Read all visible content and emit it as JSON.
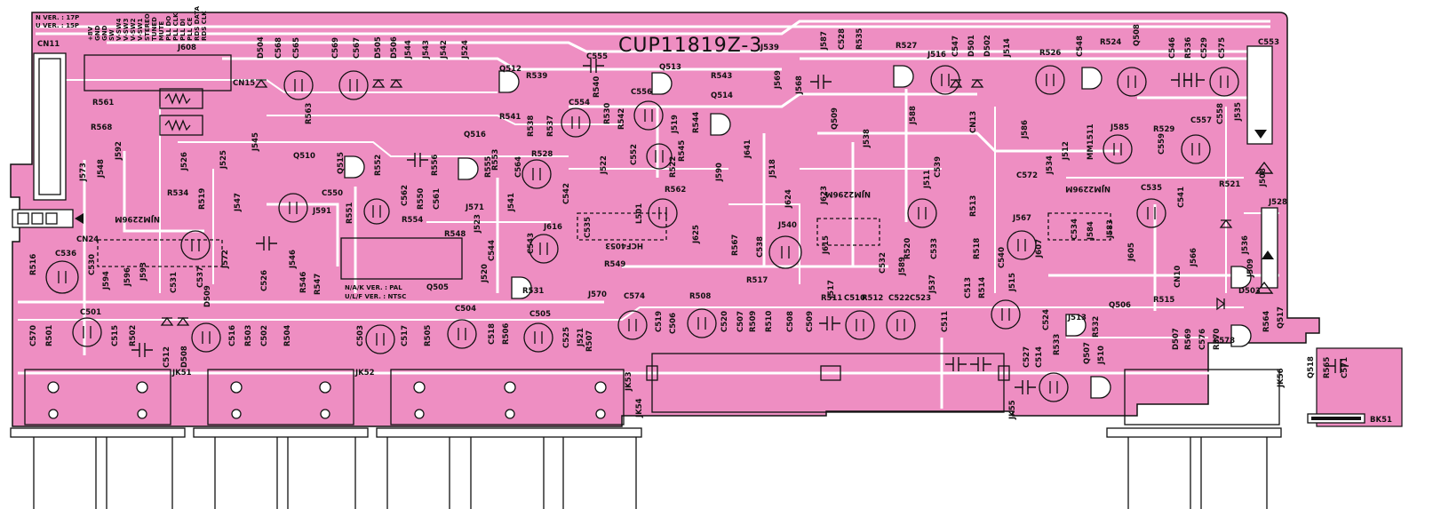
{
  "board": {
    "title": "CUP11819Z-3",
    "colors": {
      "copper": "#ee8ec2",
      "silk": "#111111",
      "background": "#ffffff"
    },
    "version_notes": {
      "line1": "N VER. : 17P",
      "line2": "U VER. : 15P",
      "line3": "N/A/K VER. : PAL",
      "line4": "U/L/F VER. : NTSC"
    },
    "connector_pins": [
      "+8V",
      "GND",
      "GND",
      "SW",
      "V-SW4",
      "V-SW3",
      "V-SW2",
      "V-SW1",
      "STEREO",
      "TUNED",
      "MUTE",
      "PLL DO",
      "PLL CLK",
      "PLL DI",
      "PLL CE",
      "RDS DATA",
      "RDS CLK"
    ],
    "ic_labels": {
      "u1": "NJM2296M",
      "u2": "NJM2296M",
      "u3": "NJM2296M",
      "u4": "HCF4053"
    },
    "component_labels": [
      {
        "id": "CN11"
      },
      {
        "id": "J608"
      },
      {
        "id": "CN15"
      },
      {
        "id": "R561"
      },
      {
        "id": "R568"
      },
      {
        "id": "J592"
      },
      {
        "id": "J573"
      },
      {
        "id": "J548"
      },
      {
        "id": "J526"
      },
      {
        "id": "J525"
      },
      {
        "id": "J545"
      },
      {
        "id": "R534"
      },
      {
        "id": "R519"
      },
      {
        "id": "J547"
      },
      {
        "id": "CN24"
      },
      {
        "id": "C536"
      },
      {
        "id": "R516"
      },
      {
        "id": "C530"
      },
      {
        "id": "J594"
      },
      {
        "id": "J596"
      },
      {
        "id": "J593"
      },
      {
        "id": "C531"
      },
      {
        "id": "C537"
      },
      {
        "id": "J572"
      },
      {
        "id": "C526"
      },
      {
        "id": "J546"
      },
      {
        "id": "R546"
      },
      {
        "id": "R547"
      },
      {
        "id": "D504"
      },
      {
        "id": "C568"
      },
      {
        "id": "C565"
      },
      {
        "id": "R563"
      },
      {
        "id": "C569"
      },
      {
        "id": "C567"
      },
      {
        "id": "D505"
      },
      {
        "id": "D506"
      },
      {
        "id": "J544"
      },
      {
        "id": "J543"
      },
      {
        "id": "J542"
      },
      {
        "id": "J524"
      },
      {
        "id": "Q512"
      },
      {
        "id": "R539"
      },
      {
        "id": "C555"
      },
      {
        "id": "Q513"
      },
      {
        "id": "R543"
      },
      {
        "id": "Q514"
      },
      {
        "id": "R541"
      },
      {
        "id": "C554"
      },
      {
        "id": "R540"
      },
      {
        "id": "C556"
      },
      {
        "id": "R542"
      },
      {
        "id": "J519"
      },
      {
        "id": "R544"
      },
      {
        "id": "J569"
      },
      {
        "id": "J568"
      },
      {
        "id": "J539"
      },
      {
        "id": "R538"
      },
      {
        "id": "R537"
      },
      {
        "id": "R530"
      },
      {
        "id": "Q516"
      },
      {
        "id": "C552"
      },
      {
        "id": "R545"
      },
      {
        "id": "J522"
      },
      {
        "id": "R522"
      },
      {
        "id": "J590"
      },
      {
        "id": "J641"
      },
      {
        "id": "J518"
      },
      {
        "id": "J624"
      },
      {
        "id": "J623"
      },
      {
        "id": "Q510"
      },
      {
        "id": "Q515"
      },
      {
        "id": "R552"
      },
      {
        "id": "R556"
      },
      {
        "id": "R555"
      },
      {
        "id": "R553"
      },
      {
        "id": "C564"
      },
      {
        "id": "R528"
      },
      {
        "id": "C542"
      },
      {
        "id": "R562"
      },
      {
        "id": "C550"
      },
      {
        "id": "J591"
      },
      {
        "id": "R551"
      },
      {
        "id": "C562"
      },
      {
        "id": "R550"
      },
      {
        "id": "C561"
      },
      {
        "id": "R554"
      },
      {
        "id": "J571"
      },
      {
        "id": "J541"
      },
      {
        "id": "J523"
      },
      {
        "id": "C544"
      },
      {
        "id": "C543"
      },
      {
        "id": "J616"
      },
      {
        "id": "C535"
      },
      {
        "id": "L501"
      },
      {
        "id": "R548"
      },
      {
        "id": "J520"
      },
      {
        "id": "R549"
      },
      {
        "id": "Q505"
      },
      {
        "id": "R531"
      },
      {
        "id": "J570"
      },
      {
        "id": "J625"
      },
      {
        "id": "R567"
      },
      {
        "id": "J540"
      },
      {
        "id": "C538"
      },
      {
        "id": "R517"
      },
      {
        "id": "J517"
      },
      {
        "id": "J615"
      },
      {
        "id": "C532"
      },
      {
        "id": "J589"
      },
      {
        "id": "J587"
      },
      {
        "id": "C528"
      },
      {
        "id": "R535"
      },
      {
        "id": "R527"
      },
      {
        "id": "Q509"
      },
      {
        "id": "J538"
      },
      {
        "id": "J588"
      },
      {
        "id": "J516"
      },
      {
        "id": "C547"
      },
      {
        "id": "D501"
      },
      {
        "id": "D502"
      },
      {
        "id": "J514"
      },
      {
        "id": "R526"
      },
      {
        "id": "C548"
      },
      {
        "id": "R524"
      },
      {
        "id": "Q508"
      },
      {
        "id": "C546"
      },
      {
        "id": "R536"
      },
      {
        "id": "C529"
      },
      {
        "id": "C575"
      },
      {
        "id": "C553"
      },
      {
        "id": "CN13"
      },
      {
        "id": "J586"
      },
      {
        "id": "J585"
      },
      {
        "id": "R529"
      },
      {
        "id": "MM1511"
      },
      {
        "id": "C559"
      },
      {
        "id": "C557"
      },
      {
        "id": "C558"
      },
      {
        "id": "J535"
      },
      {
        "id": "J534"
      },
      {
        "id": "J512"
      },
      {
        "id": "J511"
      },
      {
        "id": "C539"
      },
      {
        "id": "R520"
      },
      {
        "id": "C533"
      },
      {
        "id": "J537"
      },
      {
        "id": "R513"
      },
      {
        "id": "J567"
      },
      {
        "id": "C540"
      },
      {
        "id": "R518"
      },
      {
        "id": "J607"
      },
      {
        "id": "C534"
      },
      {
        "id": "J584"
      },
      {
        "id": "J583"
      },
      {
        "id": "J605"
      },
      {
        "id": "C535"
      },
      {
        "id": "C541"
      },
      {
        "id": "R521"
      },
      {
        "id": "J508"
      },
      {
        "id": "J528"
      },
      {
        "id": "CN10"
      },
      {
        "id": "J566"
      },
      {
        "id": "J536"
      },
      {
        "id": "J509"
      },
      {
        "id": "D503"
      },
      {
        "id": "Q517"
      },
      {
        "id": "R564"
      },
      {
        "id": "C570"
      },
      {
        "id": "R501"
      },
      {
        "id": "C501"
      },
      {
        "id": "C515"
      },
      {
        "id": "R502"
      },
      {
        "id": "C512"
      },
      {
        "id": "D508"
      },
      {
        "id": "D509"
      },
      {
        "id": "C516"
      },
      {
        "id": "R503"
      },
      {
        "id": "C502"
      },
      {
        "id": "R504"
      },
      {
        "id": "C503"
      },
      {
        "id": "C517"
      },
      {
        "id": "R505"
      },
      {
        "id": "C504"
      },
      {
        "id": "C518"
      },
      {
        "id": "R506"
      },
      {
        "id": "C505"
      },
      {
        "id": "C525"
      },
      {
        "id": "J521"
      },
      {
        "id": "R507"
      },
      {
        "id": "C574"
      },
      {
        "id": "C519"
      },
      {
        "id": "C506"
      },
      {
        "id": "R508"
      },
      {
        "id": "C520"
      },
      {
        "id": "C507"
      },
      {
        "id": "R509"
      },
      {
        "id": "R510"
      },
      {
        "id": "C508"
      },
      {
        "id": "C509"
      },
      {
        "id": "R511"
      },
      {
        "id": "C510"
      },
      {
        "id": "R512"
      },
      {
        "id": "C522"
      },
      {
        "id": "C523"
      },
      {
        "id": "C511"
      },
      {
        "id": "C513"
      },
      {
        "id": "R514"
      },
      {
        "id": "J515"
      },
      {
        "id": "C524"
      },
      {
        "id": "J513"
      },
      {
        "id": "Q506"
      },
      {
        "id": "R532"
      },
      {
        "id": "J510"
      },
      {
        "id": "Q507"
      },
      {
        "id": "R533"
      },
      {
        "id": "C527"
      },
      {
        "id": "C514"
      },
      {
        "id": "R515"
      },
      {
        "id": "D507"
      },
      {
        "id": "R569"
      },
      {
        "id": "C576"
      },
      {
        "id": "R570"
      },
      {
        "id": "C578"
      },
      {
        "id": "Q518"
      },
      {
        "id": "R565"
      },
      {
        "id": "C571"
      },
      {
        "id": "C572"
      }
    ],
    "jacks": {
      "jk51": "JK51",
      "jk52": "JK52",
      "jk53": "JK53",
      "jk54": "JK54",
      "jk55": "JK55",
      "jk56": "JK56",
      "bk51": "BK51"
    }
  }
}
